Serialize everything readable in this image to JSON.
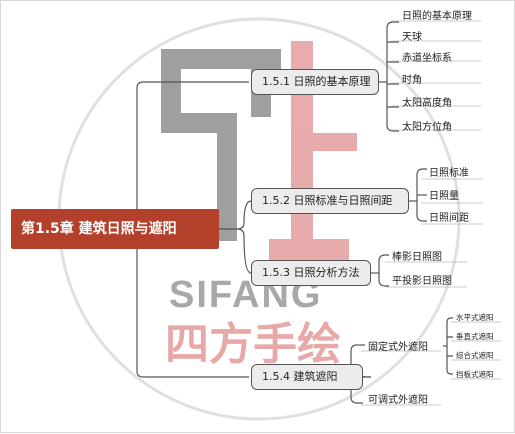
{
  "watermark": {
    "latin_text": "SIFANG",
    "cjk_text": "四方手绘",
    "colors": {
      "gray": "#9a9a9a",
      "red": "#e08a8a",
      "circle": "#dddddd"
    }
  },
  "root": {
    "label": "第1.5章 建筑日照与遮阳",
    "color": "#b3402b"
  },
  "sections": [
    {
      "label": "1.5.1 日照的基本原理",
      "children": [
        "日照的基本原理",
        "天球",
        "赤道坐标系",
        "时角",
        "太阳高度角",
        "太阳方位角"
      ]
    },
    {
      "label": "1.5.2 日照标准与日照间距",
      "children": [
        "日照标准",
        "日照量",
        "日照间距"
      ]
    },
    {
      "label": "1.5.3 日照分析方法",
      "children": [
        "棒影日照图",
        "平投影日照图"
      ]
    },
    {
      "label": "1.5.4 建筑遮阳",
      "children": [
        {
          "label": "固定式外遮阳",
          "children": [
            "水平式遮阳",
            "垂直式遮阳",
            "综合式遮阳",
            "挡板式遮阳"
          ]
        },
        {
          "label": "可调式外遮阳"
        }
      ]
    }
  ]
}
